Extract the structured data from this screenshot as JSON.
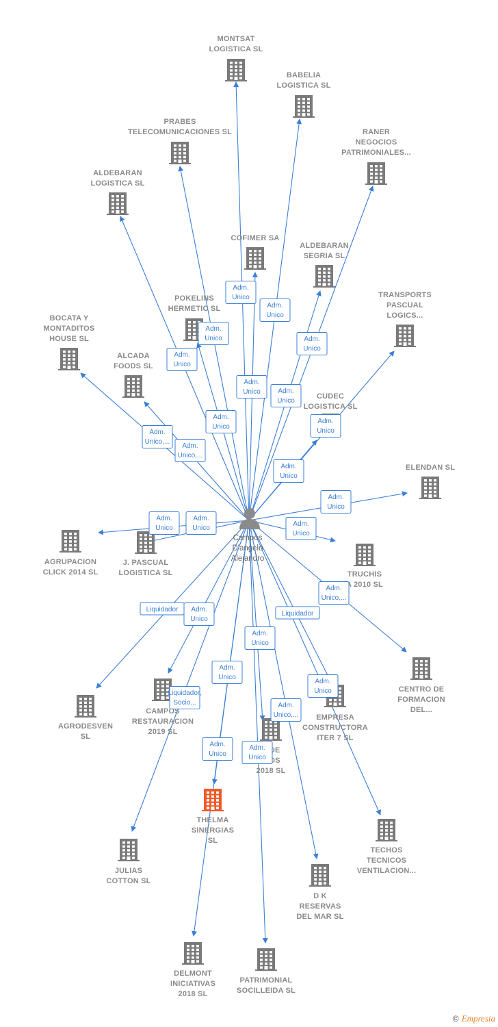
{
  "colors": {
    "edge": "#3b7fd4",
    "building": "#7a7a7a",
    "highlight": "#f05a28",
    "person": "#8a8a8a"
  },
  "center": {
    "name": "person-campos",
    "lines": [
      "Campos",
      "D'angelo",
      "Alejandro"
    ]
  },
  "nodes": [
    {
      "id": "montsat",
      "lines": [
        "MONTSAT",
        "LOGISTICA SL"
      ]
    },
    {
      "id": "babelia",
      "lines": [
        "BABELIA",
        "LOGISTICA SL"
      ]
    },
    {
      "id": "prabes",
      "lines": [
        "PRABES",
        "TELECOMUNICACIONES SL"
      ]
    },
    {
      "id": "raner",
      "lines": [
        "RANER",
        "NEGOCIOS",
        "PATRIMONIALES..."
      ]
    },
    {
      "id": "aldebaran-log",
      "lines": [
        "ALDEBARAN",
        "LOGISTICA SL"
      ]
    },
    {
      "id": "cofimer",
      "lines": [
        "COFIMER SA"
      ]
    },
    {
      "id": "aldebaran-seg",
      "lines": [
        "ALDEBARAN",
        "SEGRIA SL"
      ]
    },
    {
      "id": "transports",
      "lines": [
        "TRANSPORTS",
        "PASCUAL",
        "LOGICS..."
      ]
    },
    {
      "id": "pokelins",
      "lines": [
        "POKELINS",
        "HERMETIC SL"
      ]
    },
    {
      "id": "bocata",
      "lines": [
        "BOCATA Y",
        "MONTADITOS",
        "HOUSE SL"
      ]
    },
    {
      "id": "alcada",
      "lines": [
        "ALCADA",
        "FOODS SL"
      ]
    },
    {
      "id": "cudec",
      "lines": [
        "CUDEC",
        "LOGISTICA SL"
      ]
    },
    {
      "id": "elendan",
      "lines": [
        "ELENDAN SL"
      ]
    },
    {
      "id": "agrupacion",
      "lines": [
        "AGRUPACION",
        "CLICK 2014 SL"
      ]
    },
    {
      "id": "jpascual",
      "lines": [
        "J. PASCUAL",
        "LOGISTICA SL"
      ]
    },
    {
      "id": "truchis",
      "lines": [
        "TRUCHIS",
        "A 2010 SL"
      ]
    },
    {
      "id": "centro",
      "lines": [
        "CENTRO DE",
        "FORMACION",
        "DEL..."
      ]
    },
    {
      "id": "agrodesven",
      "lines": [
        "AGRODESVEN",
        "SL"
      ]
    },
    {
      "id": "campos-rest",
      "lines": [
        "CAMPOS",
        "RESTAURACION",
        "2019 SL"
      ]
    },
    {
      "id": "empresa",
      "lines": [
        "EMPRESA",
        "CONSTRUCTORA",
        "ITER 7 SL"
      ]
    },
    {
      "id": "gestion",
      "lines": [
        "N DE",
        "CIOS",
        "2018 SL"
      ]
    },
    {
      "id": "thelma",
      "lines": [
        "THELMA",
        "SINERGIAS",
        "SL"
      ]
    },
    {
      "id": "techos",
      "lines": [
        "TECHOS",
        "TECNICOS",
        "VENTILACION..."
      ]
    },
    {
      "id": "julias",
      "lines": [
        "JULIAS",
        "COTTON SL"
      ]
    },
    {
      "id": "dk",
      "lines": [
        "D K",
        "RESERVAS",
        "DEL MAR SL"
      ]
    },
    {
      "id": "delmont",
      "lines": [
        "DELMONT",
        "INICIATIVAS",
        "2018 SL"
      ]
    },
    {
      "id": "patrimonial",
      "lines": [
        "PATRIMONIAL",
        "SOCILLEIDA SL"
      ]
    }
  ],
  "roles": [
    {
      "lines": [
        "Adm.",
        "Unico"
      ],
      "node": "cofimer"
    },
    {
      "lines": [
        "Adm.",
        "Unico"
      ],
      "node": "babelia"
    },
    {
      "lines": [
        "Adm.",
        "Unico"
      ],
      "node": "pokelins"
    },
    {
      "lines": [
        "Adm.",
        "Unico"
      ],
      "node": "prabes"
    },
    {
      "lines": [
        "Adm.",
        "Unico"
      ],
      "node": "raner"
    },
    {
      "lines": [
        "Adm.",
        "Unico"
      ],
      "node": "montsat"
    },
    {
      "lines": [
        "Adm.",
        "Unico"
      ],
      "node": "aldebaran-seg"
    },
    {
      "lines": [
        "Adm.",
        "Unico"
      ],
      "node": "aldebaran-log"
    },
    {
      "lines": [
        "Adm.",
        "Unico"
      ],
      "node": "transports"
    },
    {
      "lines": [
        "Adm.",
        "Unico,..."
      ],
      "node": "bocata"
    },
    {
      "lines": [
        "Adm.",
        "Unico,..."
      ],
      "node": "alcada"
    },
    {
      "lines": [
        "Adm.",
        "Unico"
      ],
      "node": "cudec"
    },
    {
      "lines": [
        "Adm.",
        "Unico"
      ],
      "node": "elendan"
    },
    {
      "lines": [
        "Adm.",
        "Unico"
      ],
      "node": "agrupacion"
    },
    {
      "lines": [
        "Adm.",
        "Unico"
      ],
      "node": "jpascual"
    },
    {
      "lines": [
        "Adm.",
        "Unico"
      ],
      "node": "truchis"
    },
    {
      "lines": [
        "Adm.",
        "Unico,..."
      ],
      "node": "centro"
    },
    {
      "lines": [
        "Liquidador"
      ],
      "node": "agrodesven"
    },
    {
      "lines": [
        "Adm.",
        "Unico"
      ],
      "node": "campos-rest"
    },
    {
      "lines": [
        "Liquidador"
      ],
      "node": "empresa"
    },
    {
      "lines": [
        "Adm.",
        "Unico"
      ],
      "node": "gestion"
    },
    {
      "lines": [
        "Adm.",
        "Unico"
      ],
      "node": "delmont"
    },
    {
      "lines": [
        "Liquidador,",
        "Socio..."
      ],
      "node": "julias"
    },
    {
      "lines": [
        "Adm.",
        "Unico"
      ],
      "node": "techos"
    },
    {
      "lines": [
        "Adm.",
        "Unico,..."
      ],
      "node": "dk"
    },
    {
      "lines": [
        "Adm.",
        "Unico"
      ],
      "node": "thelma"
    },
    {
      "lines": [
        "Adm.",
        "Unico"
      ],
      "node": "patrimonial"
    }
  ],
  "footer": {
    "copyright": "©",
    "brand": "Empresia"
  }
}
